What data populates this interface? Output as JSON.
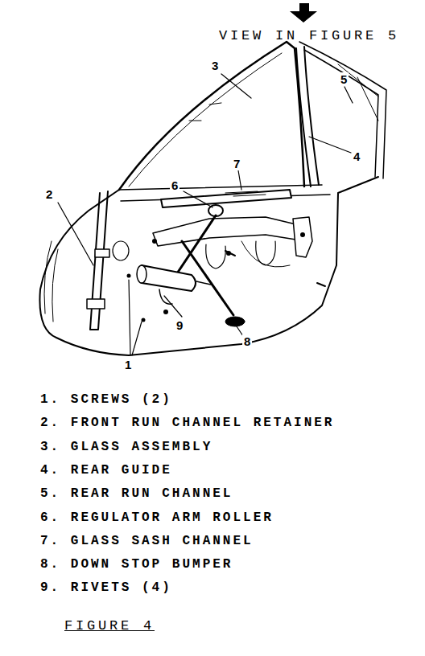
{
  "diagram": {
    "caption": "FIGURE 4",
    "labels": [
      "VIEW IN FIGURE 5",
      "3",
      "5",
      "4",
      "2",
      "7",
      "6",
      "1",
      "9",
      "8",
      "1. SCREWS (2)",
      "2. FRONT RUN CHANNEL RETAINER",
      "3. GLASS ASSEMBLY",
      "4. REAR GUIDE",
      "5. REAR RUN CHANNEL",
      "6. REGULATOR ARM ROLLER",
      "7. GLASS SASH CHANNEL",
      "8. DOWN STOP BUMPER",
      "9. RIVETS (4)"
    ]
  }
}
